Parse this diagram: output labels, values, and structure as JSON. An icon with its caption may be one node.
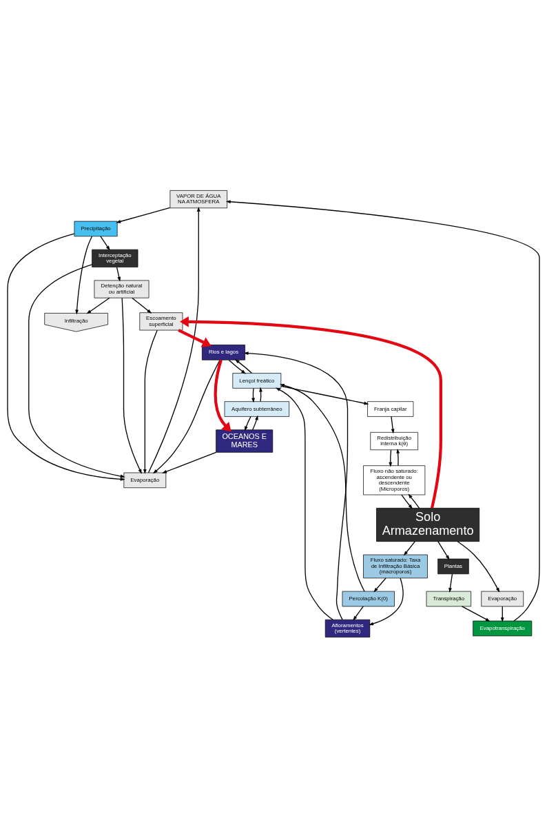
{
  "diagram": {
    "nodes": [
      {
        "text": [
          "VAPOR DE ÁGUA NA ATMOSFERA"
        ]
      },
      {
        "text": [
          "Evapotranspiração"
        ]
      },
      {
        "text": [
          "Precipitação"
        ]
      },
      {
        "text": [
          "Evaporação"
        ]
      },
      {
        "text": [
          "Evaporação"
        ]
      },
      {
        "text": [
          "Interceptação vegetal"
        ]
      },
      {
        "text": [
          "Transpiração"
        ]
      },
      {
        "text": [
          "Detenção natural ou artificial"
        ]
      },
      {
        "text": [
          "Plantas"
        ]
      },
      {
        "text": [
          "Infiltração"
        ]
      },
      {
        "text": [
          "Escoamento superficial"
        ]
      },
      {
        "text": [
          "Solo Armazenamento"
        ]
      },
      {
        "text": [
          "Fluxo não saturado: ascendente ou descendente (Microporos)"
        ]
      },
      {
        "text": [
          "Fluxo saturado: Taxa de Infiltração Básica (macroporos)"
        ]
      },
      {
        "text": [
          "Redistribuição interna k(θ)"
        ]
      },
      {
        "text": [
          "Percolação K(0)"
        ]
      },
      {
        "text": [
          "Afloramentos (vertentes)"
        ]
      },
      {
        "text": [
          "Franja capilar"
        ]
      },
      {
        "text": [
          "Lençol freático"
        ]
      },
      {
        "text": [
          "Rios e lagos"
        ]
      },
      {
        "text": [
          "Aquífero subterrâneo"
        ]
      },
      {
        "text": [
          "OCEANOS E MARES"
        ]
      }
    ],
    "edges": [
      {
        "from": 1,
        "to": 0,
        "arrow": "to"
      },
      {
        "from": 3,
        "to": 0,
        "arrow": "to"
      },
      {
        "from": 0,
        "to": 2,
        "arrow": "to"
      },
      {
        "from": 2,
        "to": 3,
        "arrow": "to"
      },
      {
        "from": 2,
        "to": 5,
        "arrow": "to"
      },
      {
        "from": 2,
        "to": 9,
        "arrow": "to"
      },
      {
        "from": 4,
        "to": 1,
        "arrow": "to"
      },
      {
        "from": 6,
        "to": 1,
        "arrow": "to"
      },
      {
        "from": 5,
        "to": 3,
        "arrow": "to"
      },
      {
        "from": 5,
        "to": 7,
        "arrow": "to"
      },
      {
        "from": 7,
        "to": 3,
        "arrow": "to"
      },
      {
        "from": 7,
        "to": 9,
        "arrow": "to"
      },
      {
        "from": 7,
        "to": 10,
        "arrow": "to"
      },
      {
        "from": 10,
        "to": 3,
        "arrow": "to"
      },
      {
        "from": 19,
        "to": 3,
        "arrow": "to"
      },
      {
        "from": 21,
        "to": 3,
        "arrow": "to"
      },
      {
        "from": 8,
        "to": 6,
        "arrow": "to"
      },
      {
        "from": 11,
        "to": 8,
        "arrow": "to"
      },
      {
        "from": 11,
        "to": 4,
        "arrow": "to"
      },
      {
        "from": 11,
        "to": 10,
        "arrow": "to",
        "style": "thick",
        "color": "#e30613"
      },
      {
        "from": 10,
        "to": 19,
        "arrow": "to",
        "style": "thick",
        "color": "#e30613"
      },
      {
        "from": 19,
        "to": 21,
        "arrow": "to",
        "style": "thick",
        "color": "#e30613"
      },
      {
        "from": 11,
        "to": 12,
        "arrow": "to"
      },
      {
        "from": 11,
        "to": 13,
        "arrow": "to"
      },
      {
        "from": 12,
        "to": 11,
        "arrow": "to"
      },
      {
        "from": 12,
        "to": 14,
        "arrow": "to"
      },
      {
        "from": 14,
        "to": 12,
        "arrow": "to"
      },
      {
        "from": 13,
        "to": 15,
        "arrow": "to"
      },
      {
        "from": 13,
        "to": 16,
        "arrow": "to"
      },
      {
        "from": 15,
        "to": 16,
        "arrow": "to"
      },
      {
        "from": 15,
        "to": 18,
        "arrow": "to"
      },
      {
        "from": 16,
        "to": 18,
        "arrow": "to"
      },
      {
        "from": 16,
        "to": 19,
        "arrow": "to"
      },
      {
        "from": 17,
        "to": 14,
        "arrow": "to"
      },
      {
        "from": 18,
        "to": 17,
        "arrow": "to"
      },
      {
        "from": 18,
        "to": 19,
        "arrow": "to"
      },
      {
        "from": 19,
        "to": 18,
        "arrow": "to"
      },
      {
        "from": 18,
        "to": 20,
        "arrow": "to"
      },
      {
        "from": 20,
        "to": 18,
        "arrow": "to"
      },
      {
        "from": 20,
        "to": 21,
        "arrow": "to"
      },
      {
        "from": 21,
        "to": 20,
        "arrow": "to"
      }
    ]
  }
}
